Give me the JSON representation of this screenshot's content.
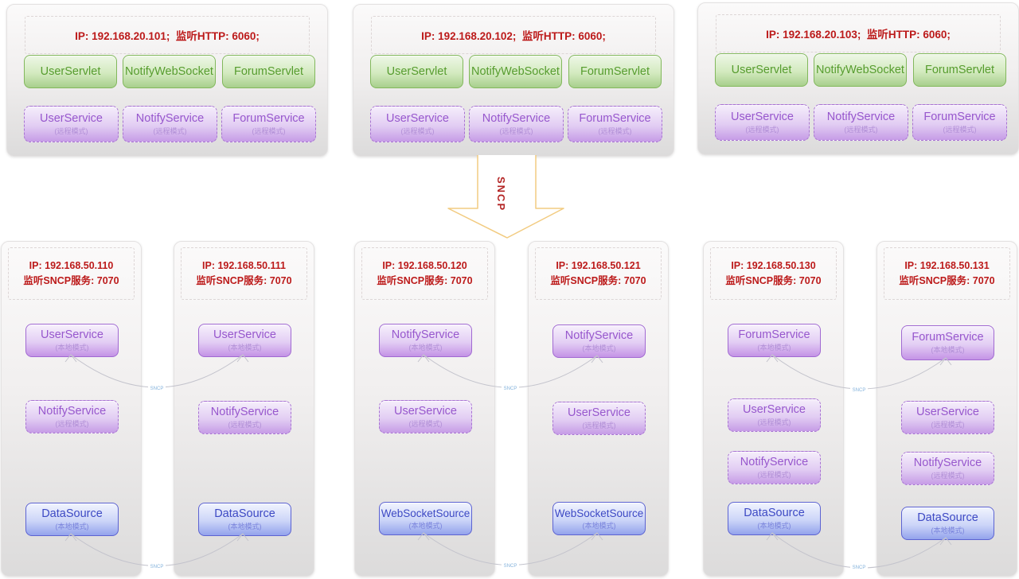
{
  "top_servers": [
    {
      "ip_info": "IP: 192.168.20.101;  监听HTTP: 6060;",
      "servlets": [
        "UserServlet",
        "NotifyWebSocket",
        "ForumServlet"
      ],
      "services": [
        {
          "name": "UserService",
          "mode": "(远程模式)"
        },
        {
          "name": "NotifyService",
          "mode": "(远程模式)"
        },
        {
          "name": "ForumService",
          "mode": "(远程模式)"
        }
      ]
    },
    {
      "ip_info": "IP: 192.168.20.102;  监听HTTP: 6060;",
      "servlets": [
        "UserServlet",
        "NotifyWebSocket",
        "ForumServlet"
      ],
      "services": [
        {
          "name": "UserService",
          "mode": "(远程模式)"
        },
        {
          "name": "NotifyService",
          "mode": "(远程模式)"
        },
        {
          "name": "ForumService",
          "mode": "(远程模式)"
        }
      ]
    },
    {
      "ip_info": "IP: 192.168.20.103;  监听HTTP: 6060;",
      "servlets": [
        "UserServlet",
        "NotifyWebSocket",
        "ForumServlet"
      ],
      "services": [
        {
          "name": "UserService",
          "mode": "(远程模式)"
        },
        {
          "name": "NotifyService",
          "mode": "(远程模式)"
        },
        {
          "name": "ForumService",
          "mode": "(远程模式)"
        }
      ]
    }
  ],
  "sncp_arrow_label": "SNCP",
  "connector_label": "SNCP",
  "bottom_nodes": [
    {
      "ip_line1": "IP: 192.168.50.110",
      "ip_line2": "监听SNCP服务: 7070",
      "services": [
        {
          "name": "UserService",
          "mode": "(本地模式)"
        },
        {
          "name": "NotifyService",
          "mode": "(远程模式)"
        },
        {
          "name": "DataSource",
          "mode": "(本地模式)"
        }
      ]
    },
    {
      "ip_line1": "IP: 192.168.50.111",
      "ip_line2": "监听SNCP服务: 7070",
      "services": [
        {
          "name": "UserService",
          "mode": "(本地模式)"
        },
        {
          "name": "NotifyService",
          "mode": "(远程模式)"
        },
        {
          "name": "DataSource",
          "mode": "(本地模式)"
        }
      ]
    },
    {
      "ip_line1": "IP: 192.168.50.120",
      "ip_line2": "监听SNCP服务: 7070",
      "services": [
        {
          "name": "NotifyService",
          "mode": "(本地模式)"
        },
        {
          "name": "UserService",
          "mode": "(远程模式)"
        },
        {
          "name": "WebSocketSource",
          "mode": "(本地模式)"
        }
      ]
    },
    {
      "ip_line1": "IP: 192.168.50.121",
      "ip_line2": "监听SNCP服务: 7070",
      "services": [
        {
          "name": "NotifyService",
          "mode": "(本地模式)"
        },
        {
          "name": "UserService",
          "mode": "(远程模式)"
        },
        {
          "name": "WebSocketSource",
          "mode": "(本地模式)"
        }
      ]
    },
    {
      "ip_line1": "IP: 192.168.50.130",
      "ip_line2": "监听SNCP服务: 7070",
      "services": [
        {
          "name": "ForumService",
          "mode": "(本地模式)"
        },
        {
          "name": "UserService",
          "mode": "(远程模式)"
        },
        {
          "name": "NotifyService",
          "mode": "(远程模式)"
        },
        {
          "name": "DataSource",
          "mode": "(本地模式)"
        }
      ]
    },
    {
      "ip_line1": "IP: 192.168.50.131",
      "ip_line2": "监听SNCP服务: 7070",
      "services": [
        {
          "name": "ForumService",
          "mode": "(本地模式)"
        },
        {
          "name": "UserService",
          "mode": "(远程模式)"
        },
        {
          "name": "NotifyService",
          "mode": "(远程模式)"
        },
        {
          "name": "DataSource",
          "mode": "(本地模式)"
        }
      ]
    }
  ]
}
